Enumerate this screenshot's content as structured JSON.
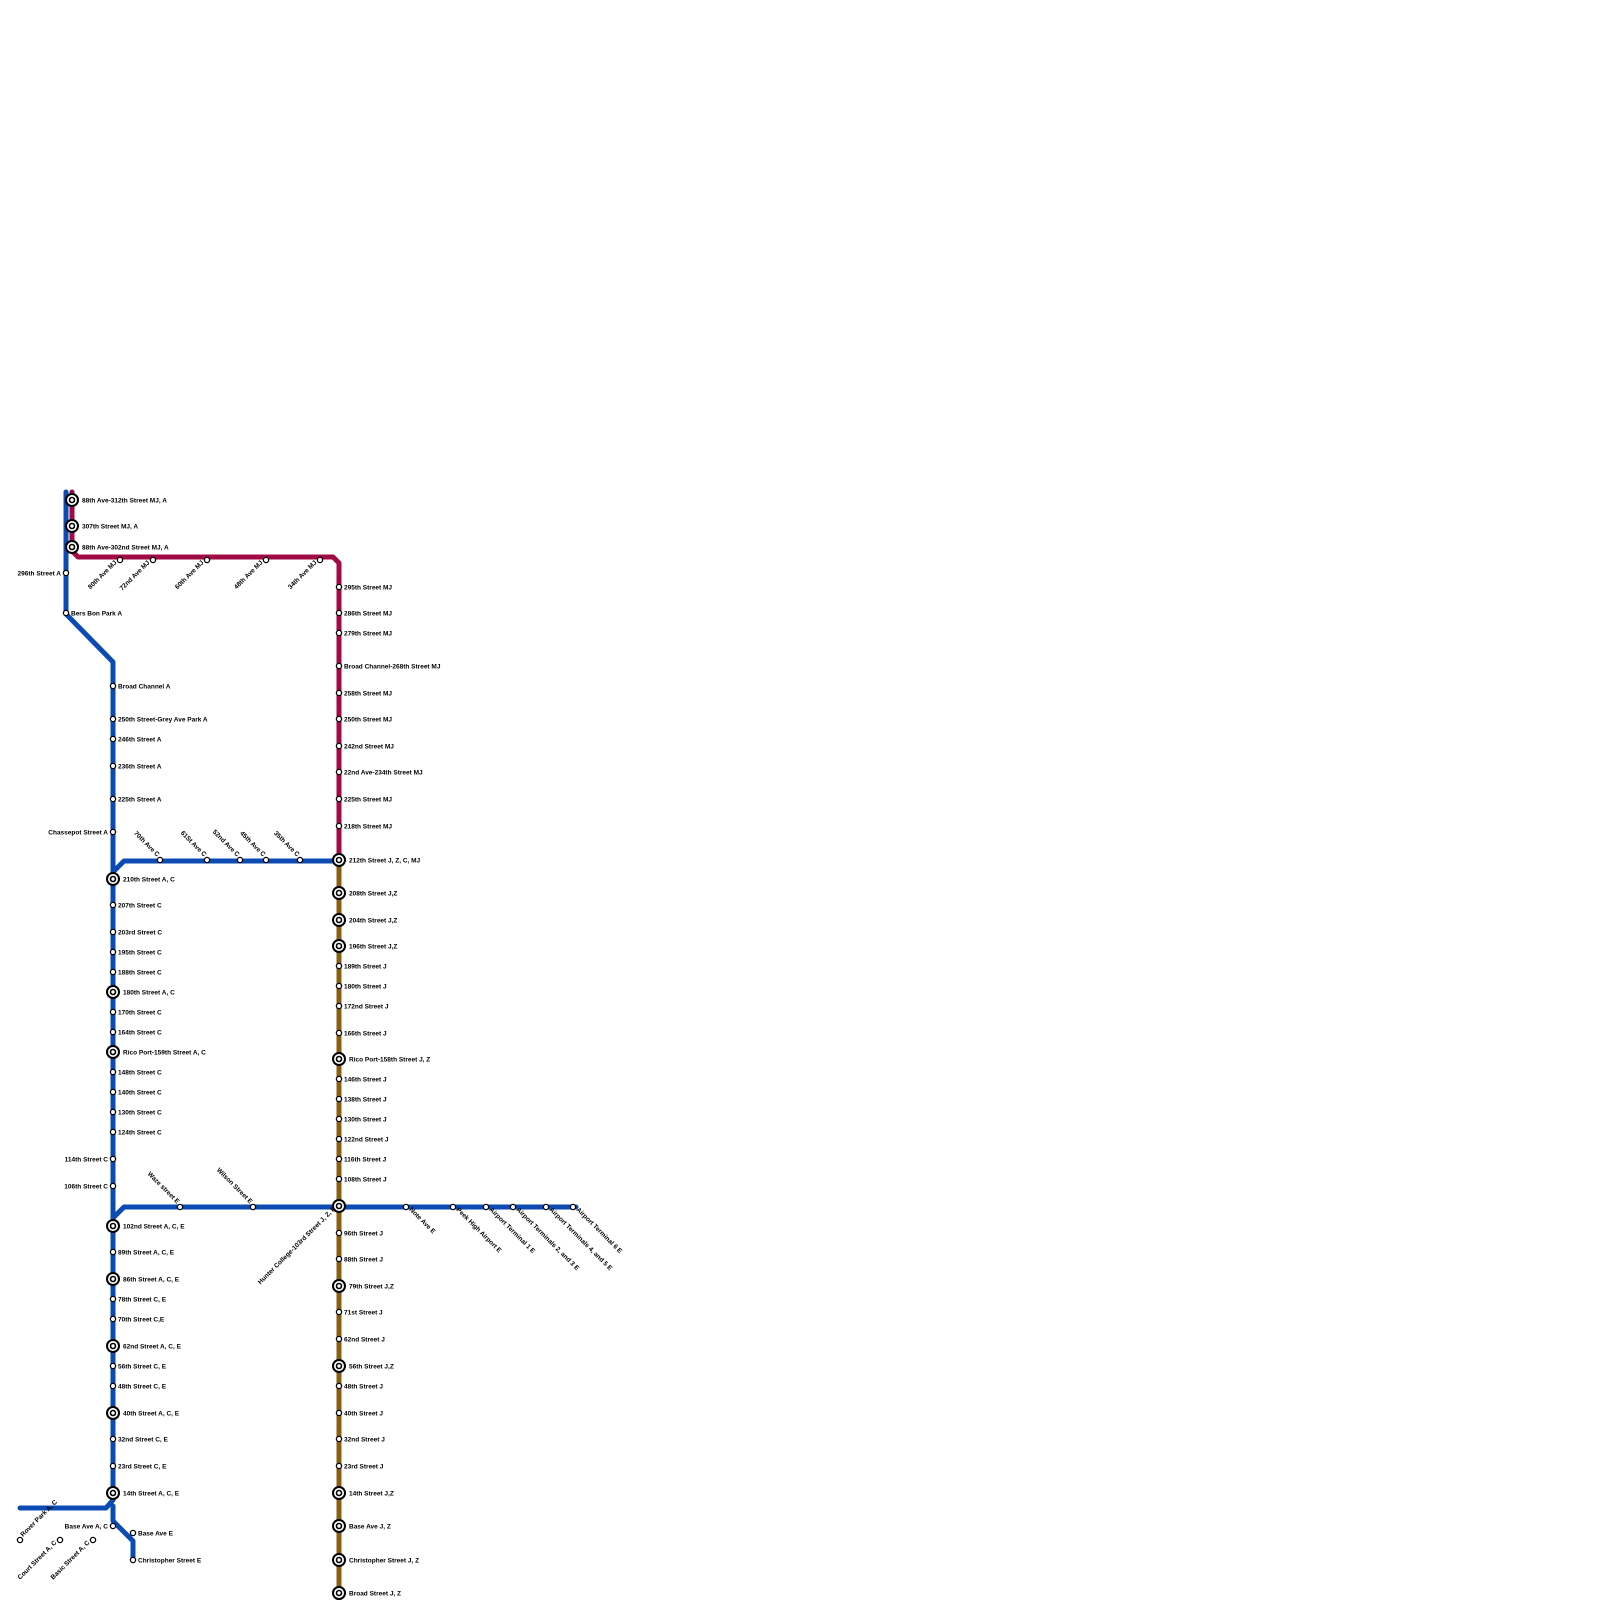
{
  "lines": {
    "blue": {
      "color": "#0b4bb3"
    },
    "magenta": {
      "color": "#a00a45"
    },
    "brown": {
      "color": "#8a6010"
    }
  },
  "stations": {
    "a": [
      {
        "label": "88th Ave-312th Street MJ, A",
        "interchange": true
      },
      {
        "label": "307th Street MJ, A",
        "interchange": true
      },
      {
        "label": "88th Ave-302nd Street MJ, A",
        "interchange": true
      },
      {
        "label": "296th Street A"
      },
      {
        "label": "Bers Bon Park A"
      },
      {
        "label": "Broad Channel A"
      },
      {
        "label": "250th Street-Grey Ave Park A"
      },
      {
        "label": "246th Street A"
      },
      {
        "label": "236th Street A"
      },
      {
        "label": "225th Street A"
      },
      {
        "label": "Chassepot Street A"
      },
      {
        "label": "210th Street A, C",
        "interchange": true
      },
      {
        "label": "207th Street C"
      },
      {
        "label": "203rd Street C"
      },
      {
        "label": "195th Street C"
      },
      {
        "label": "188th Street C"
      },
      {
        "label": "180th Street A, C",
        "interchange": true
      },
      {
        "label": "170th Street C"
      },
      {
        "label": "164th Street C"
      },
      {
        "label": "Rico Port-159th Street A, C",
        "interchange": true
      },
      {
        "label": "148th Street C"
      },
      {
        "label": "140th Street C"
      },
      {
        "label": "130th Street C"
      },
      {
        "label": "124th Street C"
      },
      {
        "label": "114th Street C"
      },
      {
        "label": "106th Street C"
      },
      {
        "label": "102nd Street A, C, E",
        "interchange": true
      },
      {
        "label": "89th Street A, C, E"
      },
      {
        "label": "86th Street A, C, E",
        "interchange": true
      },
      {
        "label": "78th Street C, E"
      },
      {
        "label": "70th Street C,E"
      },
      {
        "label": "62nd Street A, C, E",
        "interchange": true
      },
      {
        "label": "56th Street C, E"
      },
      {
        "label": "48th Street C, E"
      },
      {
        "label": "40th Street A, C, E",
        "interchange": true
      },
      {
        "label": "32nd Street C, E"
      },
      {
        "label": "23rd Street C, E"
      },
      {
        "label": "14th Street A, C, E",
        "interchange": true
      },
      {
        "label": "Base Ave A, C"
      }
    ],
    "a_branch": [
      {
        "label": "Rover Park A, C"
      },
      {
        "label": "Court Street A, C"
      },
      {
        "label": "Basic Street A, C"
      }
    ],
    "e_south": [
      {
        "label": "Base Ave E"
      },
      {
        "label": "Christopher Street E"
      }
    ],
    "mj_top": [
      {
        "label": "80th Ave MJ"
      },
      {
        "label": "72nd Ave MJ"
      },
      {
        "label": "60th Ave MJ"
      },
      {
        "label": "48th Ave MJ"
      },
      {
        "label": "34th Ave MJ"
      }
    ],
    "mj_right": [
      {
        "label": "295th Street MJ"
      },
      {
        "label": "286th Street MJ"
      },
      {
        "label": "279th Street MJ"
      },
      {
        "label": "Broad Channel-268th Street MJ"
      },
      {
        "label": "258th Street MJ"
      },
      {
        "label": "250th Street MJ"
      },
      {
        "label": "242nd Street MJ"
      },
      {
        "label": "22nd Ave-234th Street MJ"
      },
      {
        "label": "225th Street MJ"
      },
      {
        "label": "218th Street MJ"
      }
    ],
    "c_cross": [
      {
        "label": "70th Ave C"
      },
      {
        "label": "61St Ave C"
      },
      {
        "label": "52nd Ave C"
      },
      {
        "label": "45th Ave C"
      },
      {
        "label": "35th Ave C"
      }
    ],
    "j": [
      {
        "label": "212th Street J, Z, C, MJ",
        "interchange": true
      },
      {
        "label": "208th Street J,Z",
        "interchange": true
      },
      {
        "label": "204th Street J,Z",
        "interchange": true
      },
      {
        "label": "196th Street J,Z",
        "interchange": true
      },
      {
        "label": "189th Street J"
      },
      {
        "label": "180th Street J"
      },
      {
        "label": "172nd Street J"
      },
      {
        "label": "166th Street J"
      },
      {
        "label": "Rico Port-158th Street J, Z",
        "interchange": true
      },
      {
        "label": "146th Street J"
      },
      {
        "label": "138th Street J"
      },
      {
        "label": "130th Street J"
      },
      {
        "label": "122nd Street J"
      },
      {
        "label": "116th Street J"
      },
      {
        "label": "108th Street J"
      },
      {
        "label": "Hunter College-103rd Street J, Z, E",
        "interchange": true
      },
      {
        "label": "96th Street J"
      },
      {
        "label": "88th Street J"
      },
      {
        "label": "79th Street J,Z",
        "interchange": true
      },
      {
        "label": "71st Street J"
      },
      {
        "label": "62nd Street J"
      },
      {
        "label": "56th Street J,Z",
        "interchange": true
      },
      {
        "label": "48th Street J"
      },
      {
        "label": "40th Street J"
      },
      {
        "label": "32nd Street J"
      },
      {
        "label": "23rd Street J"
      },
      {
        "label": "14th Street J,Z",
        "interchange": true
      },
      {
        "label": "Base Ave J, Z",
        "interchange": true
      },
      {
        "label": "Christopher Street J, Z",
        "interchange": true
      },
      {
        "label": "Broad Street J, Z",
        "interchange": true
      }
    ],
    "e_west": [
      {
        "label": "Waze street E"
      },
      {
        "label": "Wilson Street E"
      }
    ],
    "e_east": [
      {
        "label": "Note Ave E"
      },
      {
        "label": "Peek High Airport E"
      },
      {
        "label": "Airport Terminal 1 E"
      },
      {
        "label": "Airport Terminals 2, and 3 E"
      },
      {
        "label": "Airport Terminals 4, and 5 E"
      },
      {
        "label": "Airport Terminal 6 E"
      }
    ]
  }
}
